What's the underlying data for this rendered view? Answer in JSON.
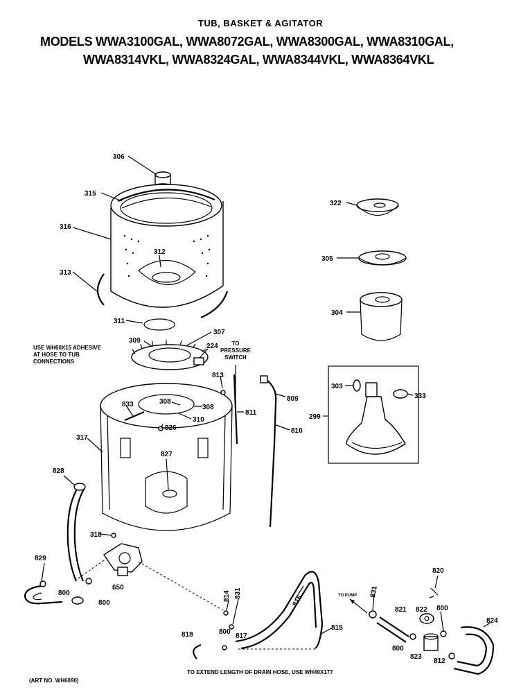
{
  "header": {
    "title": "TUB, BASKET & AGITATOR",
    "models_line1": "MODELS WWA3100GAL, WWA8072GAL, WWA8300GAL, WWA8310GAL,",
    "models_line2": "WWA8314VKL, WWA8324GAL, WWA8344VKL, WWA8364VKL"
  },
  "notes": {
    "adhesive": [
      "USE WH60X15 ADHESIVE",
      "AT HOSE TO TUB",
      "CONNECTIONS"
    ],
    "pressure_switch": [
      "TO",
      "PRESSURE",
      "SWITCH"
    ],
    "to_pump": "TO PUMP",
    "drain_hose": "TO EXTEND LENGTH OF DRAIN HOSE, USE WH49X177",
    "art_no": "(ART NO. WH6090)"
  },
  "parts": {
    "p306a": "306",
    "p315": "315",
    "p316": "316",
    "p312": "312",
    "p313": "313",
    "p311": "311",
    "p309": "309",
    "p307": "307",
    "p224": "224",
    "p813": "813",
    "p308a": "308",
    "p308b": "308",
    "p833": "833",
    "p826": "826",
    "p310": "310",
    "p317": "317",
    "p827": "827",
    "p809": "809",
    "p811": "811",
    "p810": "810",
    "p322": "322",
    "p305": "305",
    "p304": "304",
    "p303": "303",
    "p333": "333",
    "p299": "299",
    "p828": "828",
    "p318": "318",
    "p829": "829",
    "p800a": "800",
    "p800b": "800",
    "p650": "650",
    "p814": "814",
    "p831a": "831",
    "p816": "816",
    "p800c": "800",
    "p817": "817",
    "p818": "818",
    "p815": "815",
    "p831b": "831",
    "p821": "821",
    "p822": "822",
    "p800d": "800",
    "p820": "820",
    "p800e": "800",
    "p824": "824",
    "p823": "823",
    "p812": "812"
  }
}
